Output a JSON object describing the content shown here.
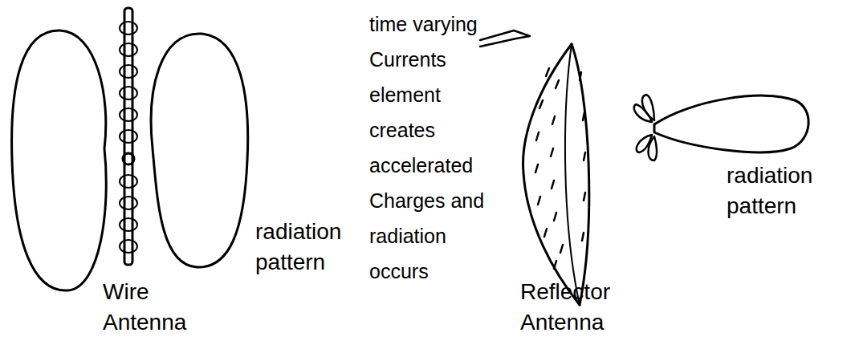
{
  "diagram": {
    "labels": [
      "radiation pattern",
      "Wire Antenna",
      "time varying Currents element creates accelerated Charges and radiation occurs",
      "radiation pattern",
      "Reflector Antenna"
    ]
  }
}
